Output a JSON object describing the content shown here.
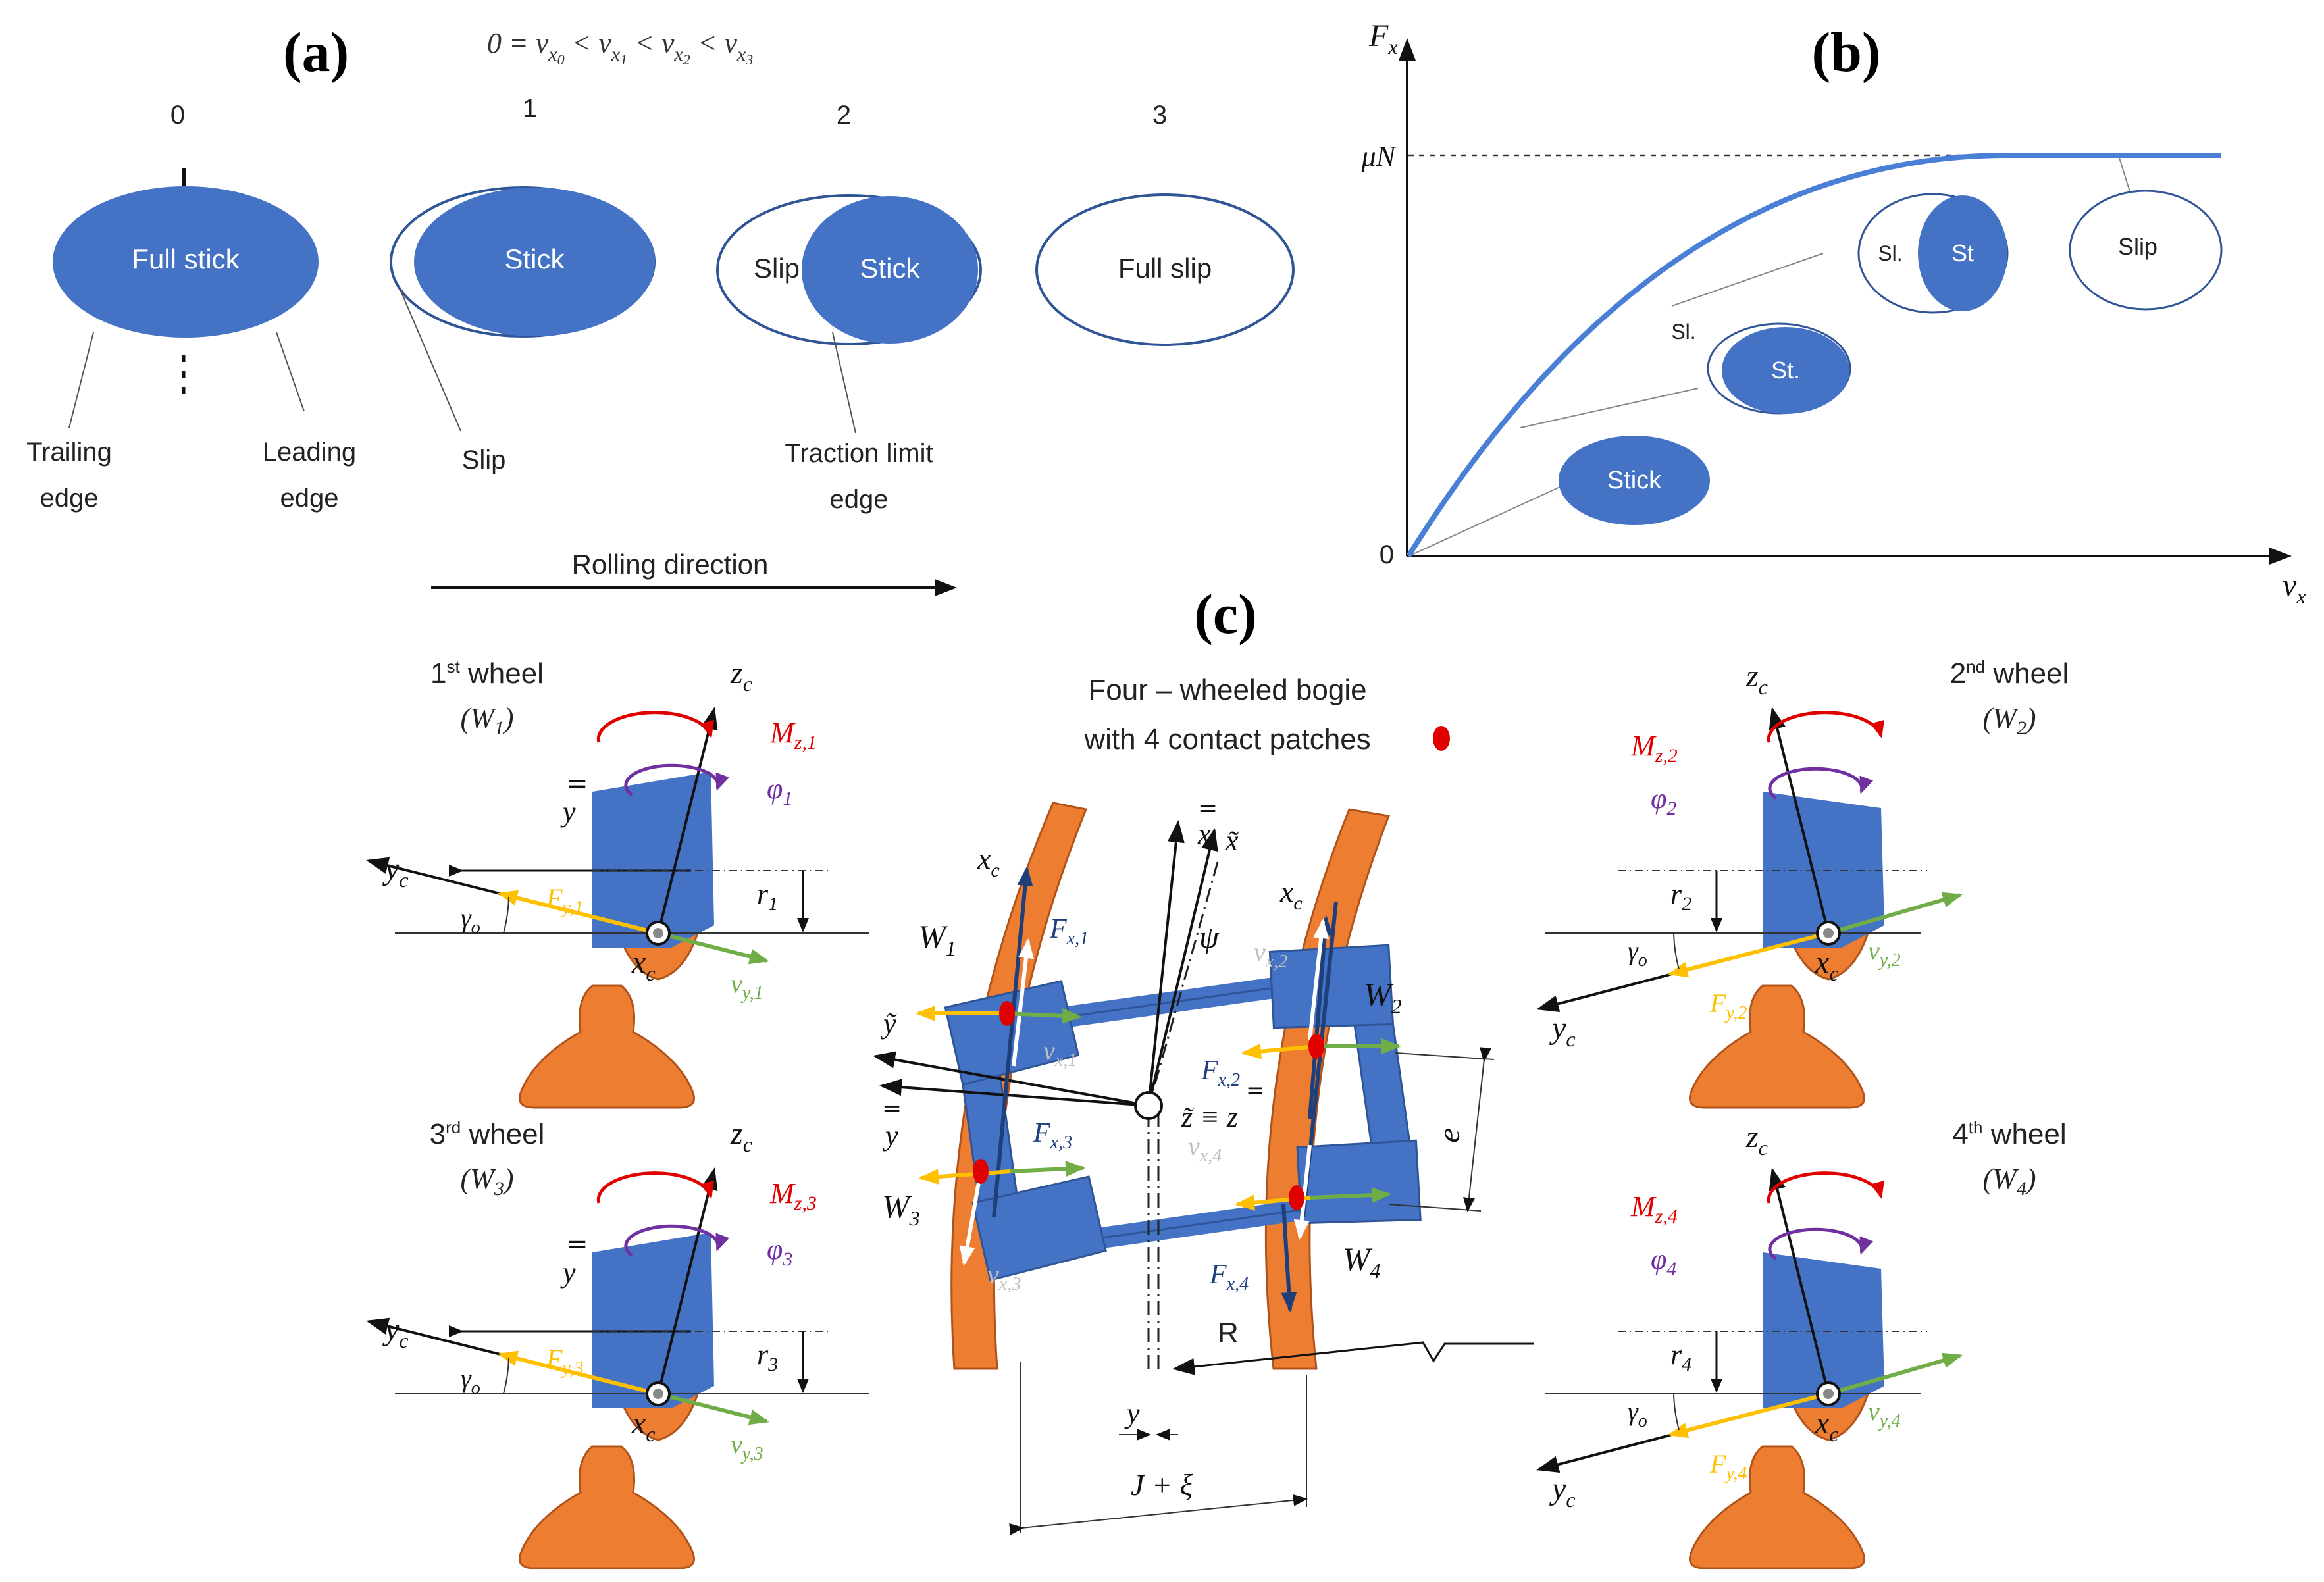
{
  "colors": {
    "blue": "#4472c4",
    "orange": "#ed7d31",
    "yellow": "#ffc000",
    "green": "#70ad47",
    "red": "#e00000",
    "purple": "#7030a0",
    "grey": "#bfbfbf",
    "navy": "#1f3f7a",
    "curve": "#4a7fd6"
  },
  "panel_a": {
    "label": "(a)",
    "condition": "0 = v_{x_0} < v_{x_1} < v_{x_2} < v_{x_3}",
    "condition_parts": [
      "0 = ",
      "v",
      "x",
      "0",
      " < ",
      "v",
      "x",
      "1",
      " < ",
      "v",
      "x",
      "2",
      " < ",
      "v",
      "x",
      "3"
    ],
    "stages": [
      {
        "index": "0",
        "inner": "Full stick"
      },
      {
        "index": "1",
        "inner": "Stick"
      },
      {
        "index": "2",
        "inner": "Stick",
        "outer": "Slip"
      },
      {
        "index": "3",
        "inner": "Full slip"
      }
    ],
    "trailing_edge": [
      "Trailing",
      "edge"
    ],
    "leading_edge": [
      "Leading",
      "edge"
    ],
    "slip_label": "Slip",
    "traction_limit": [
      "Traction limit",
      "edge"
    ],
    "rolling_direction": "Rolling direction"
  },
  "panel_b": {
    "label": "(b)",
    "y_axis": "F",
    "y_axis_sub": "x",
    "x_axis": "v",
    "x_axis_sub": "x",
    "mu_n": "μN",
    "origin": "0",
    "patches": [
      {
        "inner": "Stick"
      },
      {
        "inner": "St.",
        "outer": "Sl."
      },
      {
        "inner": "St",
        "outer": "Sl."
      },
      {
        "inner": "Slip"
      }
    ]
  },
  "panel_c": {
    "label": "(c)",
    "title_line1": "Four – wheeled bogie",
    "title_line2": "with 4 contact patches",
    "wheel_titles": [
      {
        "ordinal": "1",
        "sup": "st",
        "text": " wheel",
        "w": "W",
        "wsub": "1"
      },
      {
        "ordinal": "2",
        "sup": "nd",
        "text": " wheel",
        "w": "W",
        "wsub": "2"
      },
      {
        "ordinal": "3",
        "sup": "rd",
        "text": " wheel",
        "w": "W",
        "wsub": "3"
      },
      {
        "ordinal": "4",
        "sup": "th",
        "text": " wheel",
        "w": "W",
        "wsub": "4"
      }
    ],
    "symbols": {
      "zc": "z",
      "zc_sub": "c",
      "yc": "y",
      "yc_sub": "c",
      "xc": "x",
      "xc_sub": "c",
      "gamma": "γ",
      "gamma_sub": "o",
      "ybar": "y",
      "M": "M",
      "F": "F",
      "v": "v",
      "phi": "φ",
      "r": "r",
      "psi": "ψ",
      "e": "e",
      "R": "R",
      "y": "y",
      "track": "J + ξ",
      "zeq": "z̃ ≡ z",
      "xtil": "x̃",
      "xbar": "x",
      "ytil": "ỹ"
    },
    "wheel_labels": {
      "1": {
        "M": "z,1",
        "phi": "1",
        "F": "y,1",
        "v": "y,1",
        "r": "1"
      },
      "2": {
        "M": "z,2",
        "phi": "2",
        "F": "y,2",
        "v": "y,2",
        "r": "2"
      },
      "3": {
        "M": "z,3",
        "phi": "3",
        "F": "y,3",
        "v": "y,3",
        "r": "3"
      },
      "4": {
        "M": "z,4",
        "phi": "4",
        "F": "y,4",
        "v": "y,4",
        "r": "4"
      }
    },
    "bogie_labels": {
      "Fx1": "x,1",
      "Fx2": "x,2",
      "Fx3": "x,3",
      "Fx4": "x,4",
      "vx1": "x,1",
      "vx2": "x,2",
      "vx3": "x,3",
      "vx4": "x,4",
      "W1": "1",
      "W2": "2",
      "W3": "3",
      "W4": "4"
    }
  }
}
